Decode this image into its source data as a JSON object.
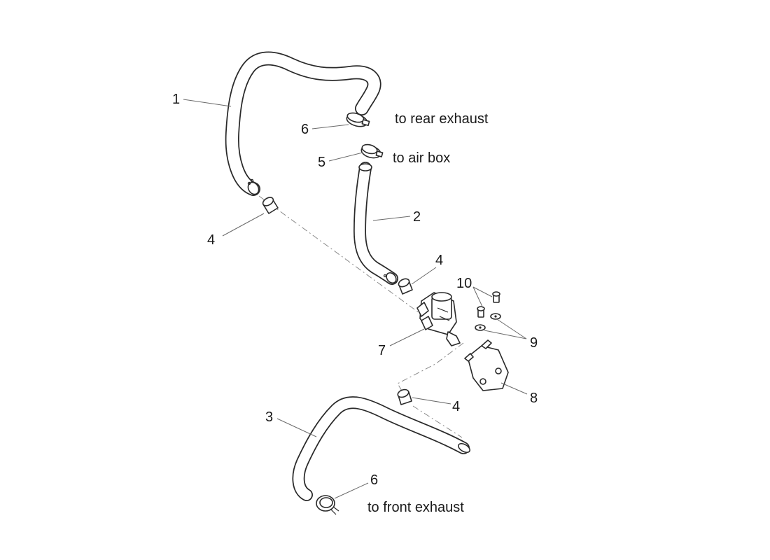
{
  "callouts": {
    "c1": "1",
    "c2": "2",
    "c3": "3",
    "c4a": "4",
    "c4b": "4",
    "c4c": "4",
    "c5": "5",
    "c6a": "6",
    "c6b": "6",
    "c7": "7",
    "c8": "8",
    "c9": "9",
    "c10": "10"
  },
  "notes": {
    "rear": "to rear exhaust",
    "airbox": "to air box",
    "front": "to front exhaust"
  }
}
